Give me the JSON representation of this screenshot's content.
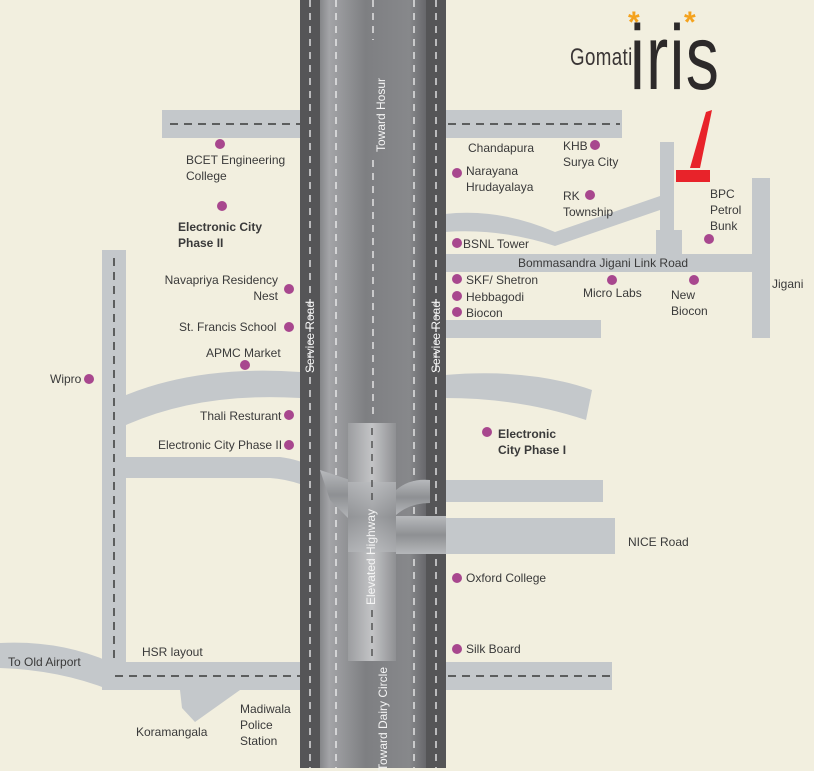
{
  "brand": {
    "prefix": "Gomati",
    "name": "iris",
    "accent_color": "#f4a21d",
    "asterisk": "*"
  },
  "colors": {
    "background": "#f2efdf",
    "road": "#c4c8cb",
    "highway_dark": "#5a5a5c",
    "highway_mid": "#7d7e81",
    "marker": "#a8478e",
    "project_marker": "#e8232a"
  },
  "road_labels": {
    "toward_hosur": "Toward Hosur",
    "toward_dairy_circle": "Toward Dairy Circle",
    "service_road_left": "Service Road",
    "service_road_right": "Service Road",
    "elevated_highway": "Elevated Highway",
    "bommasandra_link": "Bommasandra Jigani Link Road",
    "nice_road": "NICE Road",
    "jigani": "Jigani",
    "to_old_airport": "To Old Airport",
    "hsr_layout": "HSR layout",
    "koramangala": "Koramangala",
    "chandapura": "Chandapura"
  },
  "landmarks": {
    "bcet": "BCET Engineering\nCollege",
    "ecity2_area": "Electronic City\nPhase II",
    "navapriya": "Navapriya Residency\nNest",
    "st_francis": "St. Francis School",
    "apmc": "APMC Market",
    "wipro": "Wipro",
    "thali": "Thali Resturant",
    "ecity2": "Electronic City Phase II",
    "narayana": "Narayana\nHrudayalaya",
    "khb": "KHB\nSurya City",
    "rk": "RK\nTownship",
    "bpc": "BPC\nPetrol\nBunk",
    "bsnl": "BSNL Tower",
    "skf": "SKF/ Shetron",
    "hebbagodi": "Hebbagodi",
    "biocon": "Biocon",
    "micro_labs": "Micro Labs",
    "new_biocon": "New\nBiocon",
    "ecity1_area": "Electronic\nCity Phase I",
    "oxford": "Oxford College",
    "silk_board": "Silk Board",
    "madiwala": "Madiwala\nPolice\nStation"
  }
}
